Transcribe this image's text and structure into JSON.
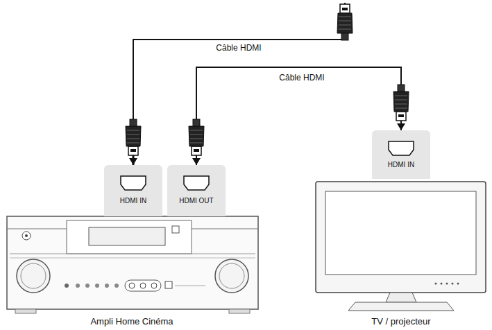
{
  "diagram": {
    "nodes": [
      {
        "text": [
          "HDMI IN"
        ]
      },
      {
        "text": [
          "HDMI OUT"
        ]
      },
      {
        "text": [
          "HDMI IN"
        ]
      },
      {
        "text": [
          "Ampli Home Cinéma"
        ]
      },
      {
        "text": [
          "TV / projecteur"
        ]
      }
    ],
    "edges": [
      {
        "from": 1,
        "to": 2,
        "arrow": "both",
        "label": "Câble HDMI"
      }
    ],
    "labels": [
      "Câble HDMI"
    ]
  }
}
